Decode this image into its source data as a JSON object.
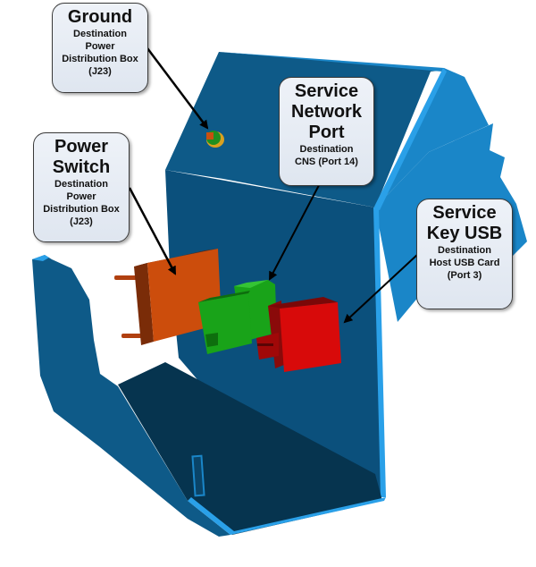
{
  "diagram": {
    "subject": "Enclosure bracket with connectors (exploded 3D view)",
    "colors": {
      "enclosure_dark": "#0a4a70",
      "enclosure_mid": "#0e5a88",
      "enclosure_light": "#1a86c8",
      "enclosure_highlight": "#2aa0e8",
      "power_switch": "#cc4d0c",
      "network_port": "#19a319",
      "usb_key": "#d80a0a",
      "ground_stud": "#c85010",
      "callout_bg": "#e3e9f2",
      "arrow": "#000000"
    },
    "callouts": [
      {
        "id": "ground",
        "title_lines": [
          "Ground"
        ],
        "detail_lines": [
          "Destination",
          "Power",
          "Distribution Box",
          "(J23)"
        ],
        "points_to": "ground-stud"
      },
      {
        "id": "power-switch",
        "title_lines": [
          "Power",
          "Switch"
        ],
        "detail_lines": [
          "Destination",
          "Power",
          "Distribution Box",
          "(J23)"
        ],
        "points_to": "power-switch-component"
      },
      {
        "id": "service-network-port",
        "title_lines": [
          "Service",
          "Network",
          "Port"
        ],
        "detail_lines": [
          "Destination",
          "CNS (Port 14)"
        ],
        "points_to": "network-port-component"
      },
      {
        "id": "service-key-usb",
        "title_lines": [
          "Service",
          "Key USB"
        ],
        "detail_lines": [
          "Destination",
          "Host USB Card",
          "(Port 3)"
        ],
        "points_to": "usb-key-component"
      }
    ]
  }
}
